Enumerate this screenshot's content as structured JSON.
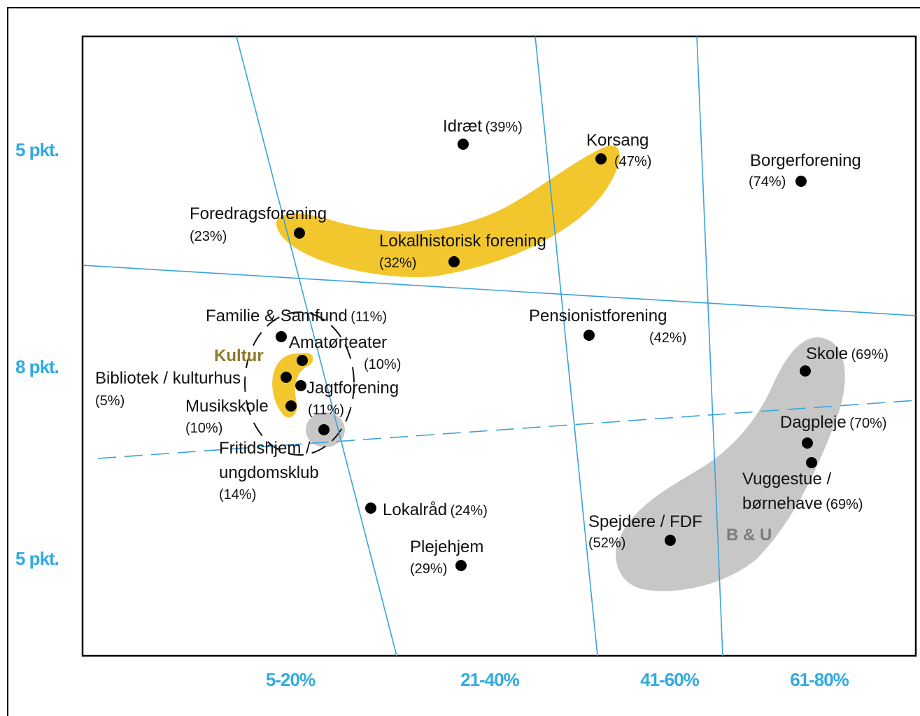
{
  "chart_data": {
    "type": "scatter",
    "y_axis_labels": [
      "5 pkt.",
      "8 pkt.",
      "5 pkt."
    ],
    "x_axis_labels": [
      "5-20%",
      "21-40%",
      "41-60%",
      "61-80%"
    ],
    "groups": [
      "Kultur",
      "B & U"
    ],
    "points": [
      {
        "name": "Idræt",
        "pct": "(39%)"
      },
      {
        "name": "Korsang",
        "pct": "(47%)"
      },
      {
        "name": "Borgerforening",
        "pct": "(74%)"
      },
      {
        "name": "Foredragsforening",
        "pct": "(23%)"
      },
      {
        "name": "Lokalhistorisk forening",
        "pct": "(32%)"
      },
      {
        "name": "Familie & Samfund",
        "pct": "(11%)"
      },
      {
        "name": "Pensionistforening",
        "pct": "(42%)"
      },
      {
        "name": "Amatørteater",
        "pct": "(10%)"
      },
      {
        "name": "Bibliotek / kulturhus",
        "pct": "(5%)"
      },
      {
        "name": "Jagtforening",
        "pct": "(11%)"
      },
      {
        "name": "Musikskole",
        "pct": "(10%)"
      },
      {
        "name": "Fritidshjem /",
        "name2": "ungdomsklub",
        "pct": "(14%)"
      },
      {
        "name": "Skole",
        "pct": "(69%)"
      },
      {
        "name": "Dagpleje",
        "pct": "(70%)"
      },
      {
        "name": "Vuggestue /",
        "name2": "børnehave",
        "pct": "(69%)"
      },
      {
        "name": "Lokalråd",
        "pct": "(24%)"
      },
      {
        "name": "Spejdere / FDF",
        "pct": "(52%)"
      },
      {
        "name": "Plejehjem",
        "pct": "(29%)"
      }
    ]
  }
}
